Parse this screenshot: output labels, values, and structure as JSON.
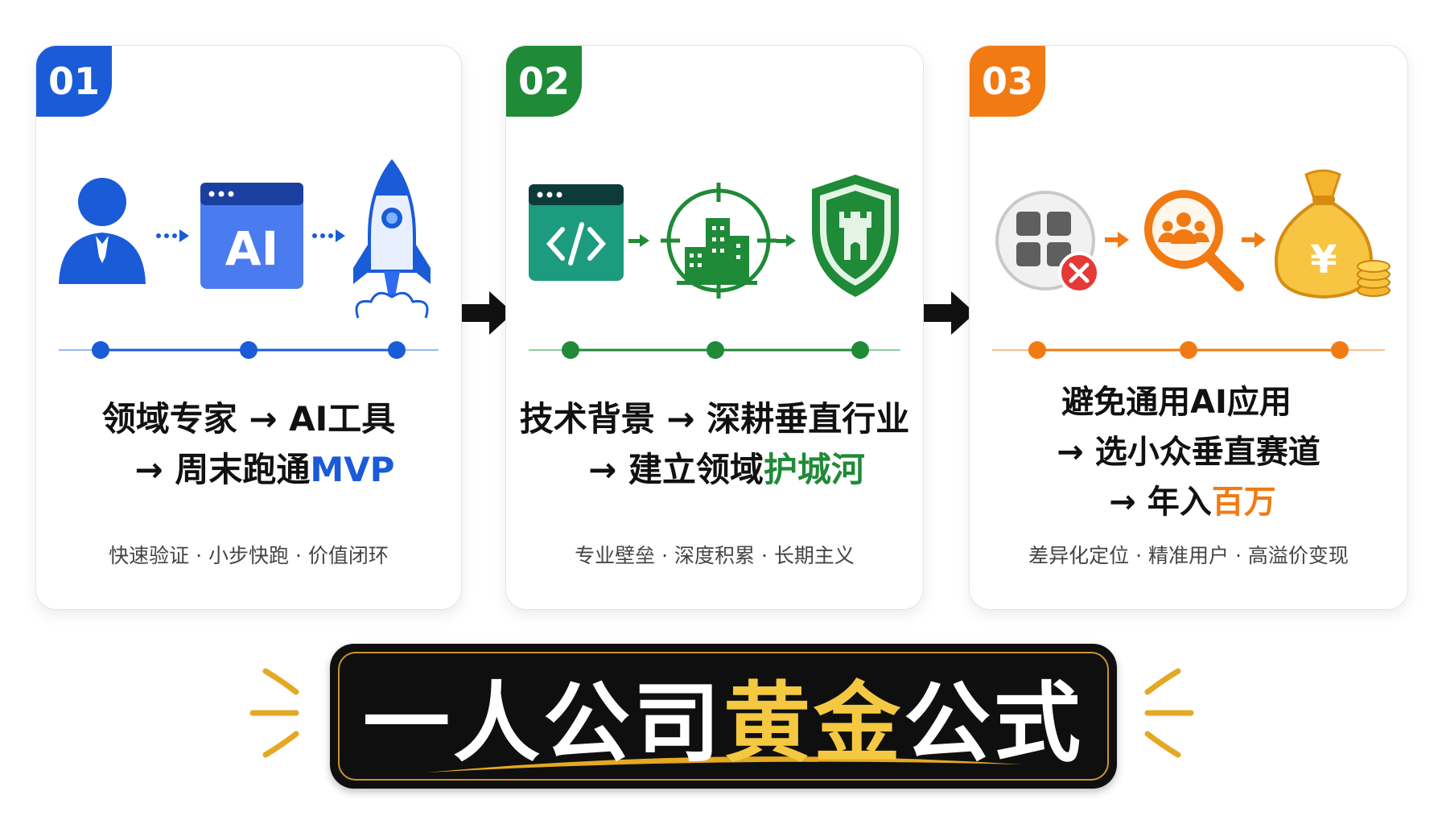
{
  "colors": {
    "blue": "#1a5bd8",
    "green": "#1f8a37",
    "orange": "#f27a12",
    "gold": "#f5c842",
    "banner_bg": "#0f0f0f"
  },
  "cards": [
    {
      "number": "01",
      "accent": "#1a5bd8",
      "icons": [
        "person-icon",
        "ai-window-icon",
        "rocket-icon"
      ],
      "lines": [
        {
          "text": "领域专家 → AI工具",
          "highlight": ""
        },
        {
          "text": "→ 周末跑通",
          "highlight": "MVP"
        }
      ],
      "tags": "快速验证 · 小步快跑 · 价值闭环"
    },
    {
      "number": "02",
      "accent": "#1f8a37",
      "icons": [
        "code-window-icon",
        "target-building-icon",
        "castle-shield-icon"
      ],
      "lines": [
        {
          "text": "技术背景 → 深耕垂直行业",
          "highlight": ""
        },
        {
          "text": "→ 建立领域",
          "highlight": "护城河"
        }
      ],
      "tags": "专业壁垒 · 深度积累 · 长期主义"
    },
    {
      "number": "03",
      "accent": "#f27a12",
      "icons": [
        "apps-blocked-icon",
        "search-users-icon",
        "money-bag-icon"
      ],
      "lines": [
        {
          "text": "避免通用AI应用",
          "highlight": ""
        },
        {
          "text": "→ 选小众垂直赛道",
          "highlight": ""
        },
        {
          "text": "→ 年入",
          "highlight": "百万"
        }
      ],
      "tags": "差异化定位 · 精准用户 · 高溢价变现"
    }
  ],
  "banner": {
    "part1": "一人公司",
    "part2": "黄金",
    "part3": "公式"
  }
}
